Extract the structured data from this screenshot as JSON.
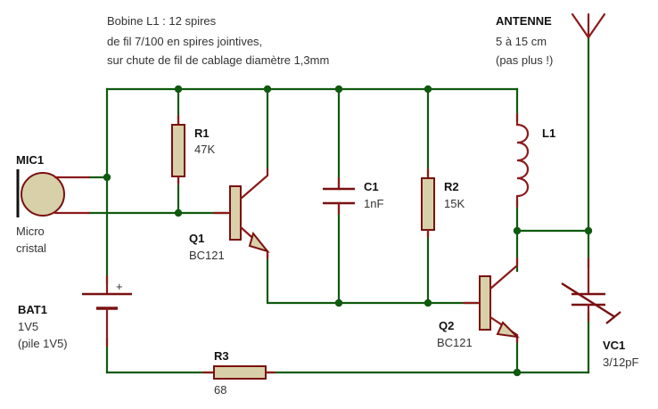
{
  "note": {
    "line1": "Bobine L1 : 12 spires",
    "line2": "de fil 7/100 en spires jointives,",
    "line3": "sur chute de fil de cablage diamètre 1,3mm"
  },
  "antenna": {
    "name": "ANTENNE",
    "length": "5 à 15 cm",
    "note": "(pas plus !)"
  },
  "components": {
    "mic1": {
      "ref": "MIC1",
      "value1": "Micro",
      "value2": "cristal"
    },
    "r1": {
      "ref": "R1",
      "value": "47K"
    },
    "q1": {
      "ref": "Q1",
      "value": "BC121"
    },
    "c1": {
      "ref": "C1",
      "value": "1nF"
    },
    "r2": {
      "ref": "R2",
      "value": "15K"
    },
    "l1": {
      "ref": "L1"
    },
    "q2": {
      "ref": "Q2",
      "value": "BC121"
    },
    "bat1": {
      "ref": "BAT1",
      "value1": "1V5",
      "value2": "(pile 1V5)",
      "plus": "+"
    },
    "r3": {
      "ref": "R3",
      "value": "68"
    },
    "vc1": {
      "ref": "VC1",
      "value": "3/12pF"
    }
  },
  "colors": {
    "wire": "#0f5a0f",
    "component_outline": "#7a1010",
    "component_fill": "#d8d0a8"
  }
}
